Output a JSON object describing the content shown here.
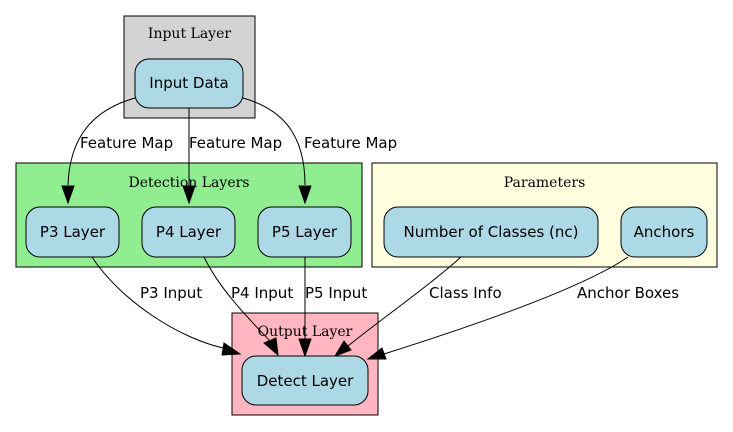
{
  "clusters": {
    "input": {
      "title": "Input Layer",
      "fill": "#d3d3d3"
    },
    "detection": {
      "title": "Detection Layers",
      "fill": "#90ee90"
    },
    "parameters": {
      "title": "Parameters",
      "fill": "#ffffe0"
    },
    "output": {
      "title": "Output Layer",
      "fill": "#ffb6c1"
    }
  },
  "nodes": {
    "input_data": "Input Data",
    "p3": "P3 Layer",
    "p4": "P4 Layer",
    "p5": "P5 Layer",
    "nc": "Number of Classes (nc)",
    "anchors": "Anchors",
    "detect": "Detect Layer"
  },
  "edges": {
    "in_p3": "Feature Map",
    "in_p4": "Feature Map",
    "in_p5": "Feature Map",
    "p3_detect": "P3 Input",
    "p4_detect": "P4 Input",
    "p5_detect": "P5 Input",
    "nc_detect": "Class Info",
    "anchors_detect": "Anchor Boxes"
  },
  "colors": {
    "node_fill": "#add8e6"
  }
}
